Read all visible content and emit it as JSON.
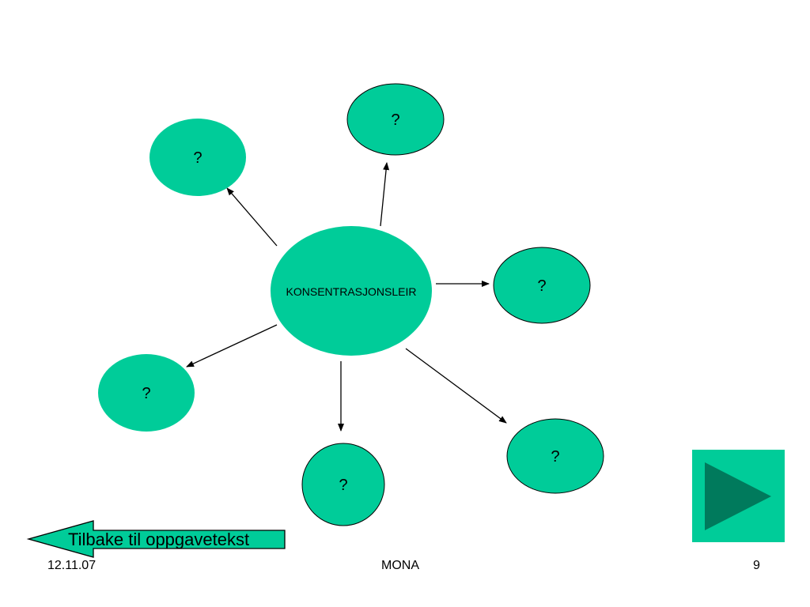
{
  "diagram": {
    "center_label": "KONSENTRASJONSLEIR",
    "nodes": [
      "?",
      "?",
      "?",
      "?",
      "?",
      "?"
    ]
  },
  "navigation": {
    "back_label": "Tilbake til oppgavetekst",
    "next_icon": "play-triangle-icon"
  },
  "footer": {
    "date": "12.11.07",
    "center": "MONA",
    "page": "9"
  },
  "colors": {
    "node_fill": "#00CC99",
    "next_button_fill": "#00CC99",
    "next_triangle_fill": "#007A5C"
  }
}
